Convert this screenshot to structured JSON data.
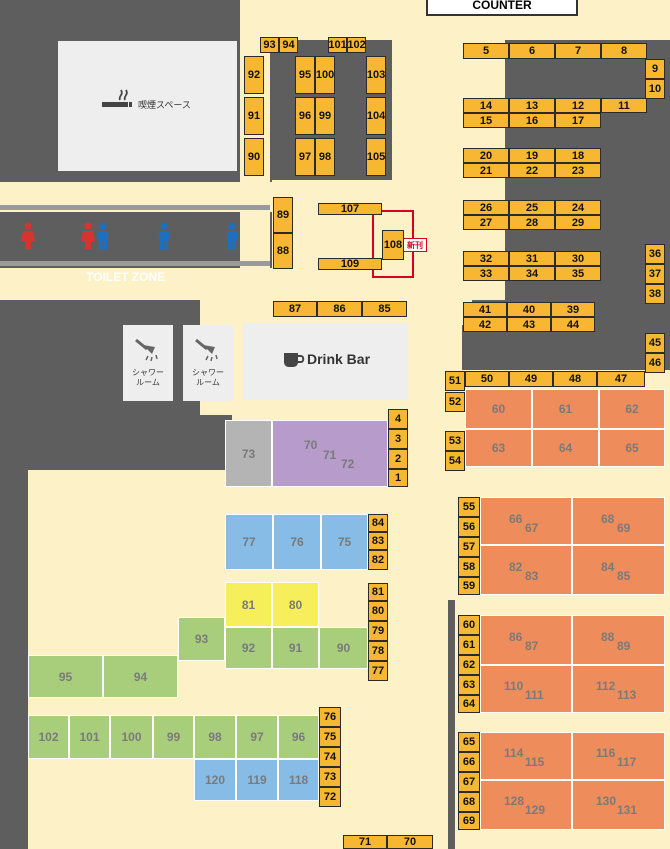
{
  "colors": {
    "floor": "#FDF1C8",
    "wall": "#5E5E5E",
    "room": "#EEEEEE",
    "seat": "#F7B733",
    "seat_border": "#2b2b2b",
    "booth_orange": "#EE8C5C",
    "booth_green": "#A8CE7C",
    "booth_blue": "#86BCE6",
    "booth_yellow": "#F6EE5A",
    "booth_gray": "#B4B4B4",
    "booth_purple": "#B79CCB",
    "booth_text": "#7a7a7a",
    "new_release": "#D6001C",
    "toilet_red": "#D6342E",
    "toilet_blue": "#1E6FBF"
  },
  "labels": {
    "counter": "COUNTER",
    "smoking": "喫煙スペース",
    "toilet": "TOILET ZONE",
    "shower": "シャワー\nルーム",
    "drink_bar": "Drink Bar",
    "new_release": "新刊"
  },
  "icons": [
    "smoking-icon",
    "toilet-female-icon",
    "toilet-male-icon",
    "shower-icon",
    "cup-icon"
  ],
  "seats": [
    "93",
    "94",
    "101",
    "102",
    "92",
    "95",
    "100",
    "103",
    "91",
    "96",
    "99",
    "104",
    "90",
    "97",
    "98",
    "105",
    "5",
    "6",
    "7",
    "8",
    "9",
    "10",
    "14",
    "13",
    "12",
    "11",
    "15",
    "16",
    "17",
    "20",
    "19",
    "18",
    "21",
    "22",
    "23",
    "26",
    "25",
    "24",
    "27",
    "28",
    "29",
    "32",
    "31",
    "30",
    "33",
    "34",
    "35",
    "36",
    "37",
    "38",
    "41",
    "40",
    "39",
    "42",
    "43",
    "44",
    "45",
    "46",
    "89",
    "88",
    "107",
    "108",
    "109",
    "87",
    "86",
    "85",
    "51",
    "50",
    "49",
    "48",
    "47",
    "52",
    "53",
    "54",
    "4",
    "3",
    "2",
    "1",
    "84",
    "83",
    "82",
    "81",
    "80",
    "79",
    "78",
    "77",
    "55",
    "56",
    "57",
    "58",
    "59",
    "60",
    "61",
    "62",
    "63",
    "64",
    "76",
    "75",
    "74",
    "73",
    "72",
    "65",
    "66",
    "67",
    "68",
    "69",
    "71",
    "70"
  ],
  "booths": [
    "60",
    "61",
    "62",
    "63",
    "64",
    "65",
    "73",
    "77",
    "76",
    "75",
    "81",
    "80",
    "93",
    "92",
    "91",
    "90",
    "95",
    "94",
    "102",
    "101",
    "100",
    "99",
    "98",
    "97",
    "96",
    "120",
    "119",
    "118"
  ],
  "pair_booths": [
    [
      "70",
      "71",
      "72"
    ],
    [
      "66",
      "67"
    ],
    [
      "68",
      "69"
    ],
    [
      "82",
      "83"
    ],
    [
      "84",
      "85"
    ],
    [
      "86",
      "87"
    ],
    [
      "88",
      "89"
    ],
    [
      "110",
      "111"
    ],
    [
      "112",
      "113"
    ],
    [
      "114",
      "115"
    ],
    [
      "116",
      "117"
    ],
    [
      "128",
      "129"
    ],
    [
      "130",
      "131"
    ]
  ]
}
